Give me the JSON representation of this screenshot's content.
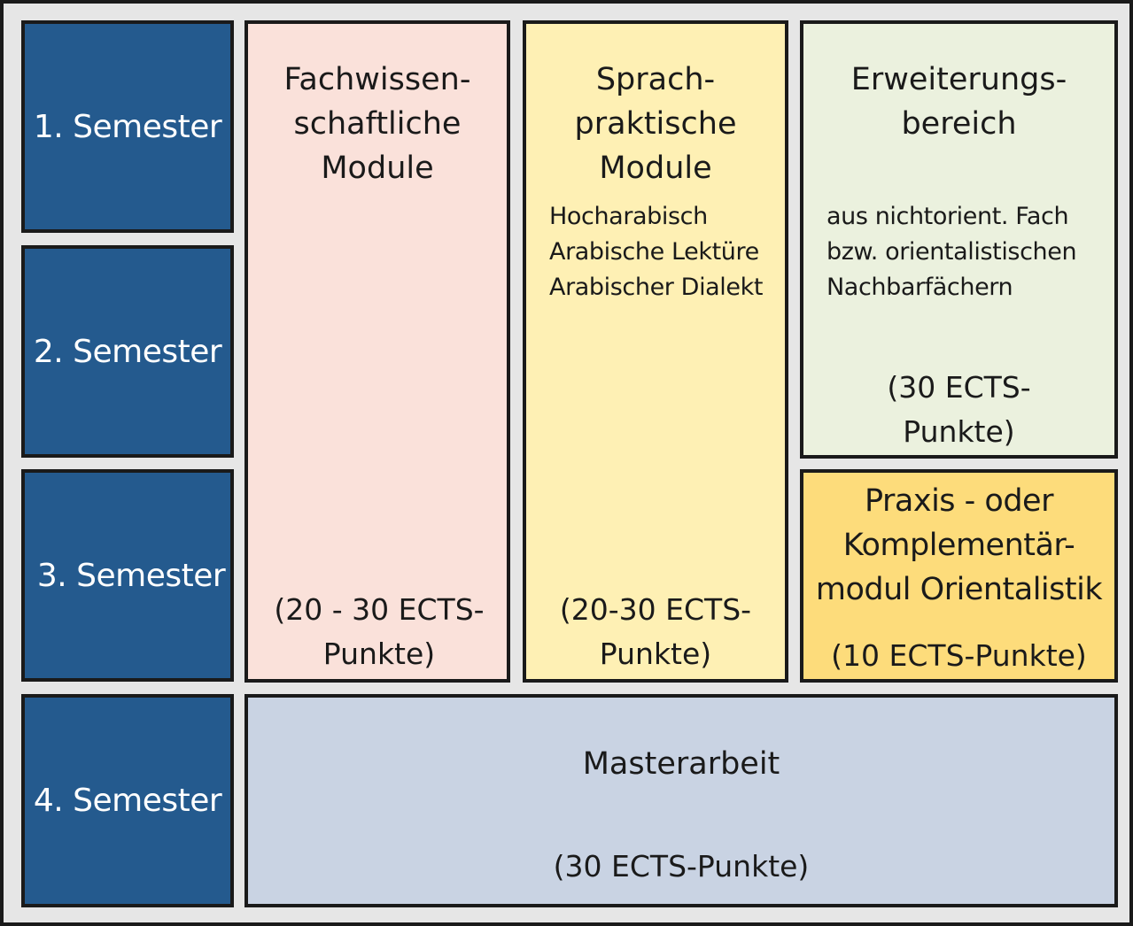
{
  "colors": {
    "frame": "#e6e6e6",
    "border": "#1a1a1a",
    "semester": "#245a8e",
    "fachwissenschaft": "#fae1da",
    "sprachpraxis": "#fef0b4",
    "erweiterung": "#ebf1de",
    "praxis": "#fddc7b",
    "masterarbeit": "#c9d3e3"
  },
  "semesters": [
    "1. Semester",
    "2. Semester",
    "3. Semester",
    "4. Semester"
  ],
  "modules": {
    "fachwissenschaft": {
      "title": "Fachwissen-\nschaftliche\nModule",
      "credits": "(20 - 30 ECTS-\nPunkte)"
    },
    "sprachpraxis": {
      "title": "Sprach-\npraktische\nModule",
      "items": [
        "Hocharabisch",
        "Arabische Lektüre",
        "Arabischer Dialekt"
      ],
      "credits": "(20-30 ECTS-\nPunkte)"
    },
    "erweiterung": {
      "title": "Erweiterungs-\nbereich",
      "items": [
        "aus nichtorient. Fach",
        "bzw. orientalistischen",
        "Nachbarfächern"
      ],
      "credits": "(30 ECTS-\nPunkte)"
    },
    "praxis": {
      "title": "Praxis - oder\nKomplementär-\nmodul Orientalistik",
      "credits": "(10 ECTS-Punkte)"
    },
    "masterarbeit": {
      "title": "Masterarbeit",
      "credits": "(30 ECTS-Punkte)"
    }
  }
}
